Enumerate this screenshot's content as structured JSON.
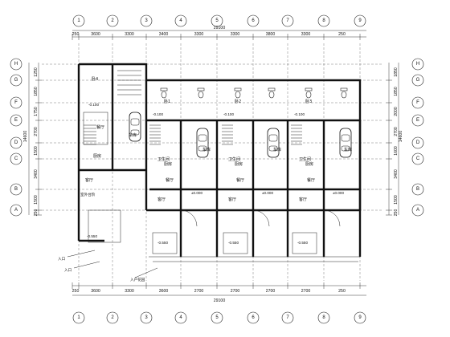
{
  "axes_x": [
    "1",
    "2",
    "3",
    "4",
    "5",
    "6",
    "7",
    "8",
    "9"
  ],
  "axes_y": [
    "A",
    "B",
    "C",
    "D",
    "E",
    "F",
    "G",
    "H"
  ],
  "dims_top": [
    "250",
    "3600",
    "3300",
    "3400",
    "3300",
    "3300",
    "3800",
    "3300",
    "250"
  ],
  "total_top": "29100",
  "dims_bottom": [
    "250",
    "3600",
    "3300",
    "3600",
    "2700",
    "2700",
    "2700",
    "2700",
    "250"
  ],
  "total_bottom": "29100",
  "dims_left": [
    "250",
    "1500",
    "3400",
    "1500",
    "2700",
    "1750",
    "1850",
    "1250"
  ],
  "total_left": "14600",
  "dims_right": [
    "250",
    "1500",
    "3400",
    "1600",
    "2700",
    "2000",
    "1850",
    "1850"
  ],
  "total_right": "14600",
  "rooms": [
    "卧1",
    "卧2",
    "卧3",
    "卧4",
    "客厅",
    "客厅",
    "客厅",
    "客厅",
    "车库",
    "车库",
    "车库",
    "车库",
    "厨房",
    "厨房",
    "厨房",
    "厨房",
    "餐厅",
    "餐厅",
    "餐厅",
    "餐厅",
    "卫生间",
    "卫生间",
    "卫生间"
  ],
  "levels": [
    "-0.100",
    "-0.100",
    "-0.100",
    "-0.100",
    "-0.550",
    "-0.550",
    "-0.550",
    "-0.550",
    "±0.000",
    "±0.000",
    "±0.000"
  ],
  "notes": [
    "入口",
    "入口",
    "入户花园",
    "室外台阶"
  ],
  "icons": [
    "car-icon",
    "toilet-icon",
    "stair-icon",
    "door-icon"
  ]
}
